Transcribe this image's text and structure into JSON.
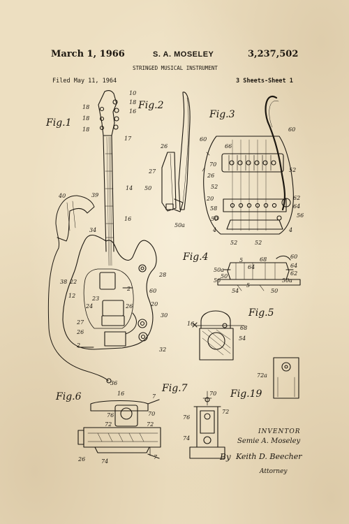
{
  "header": {
    "date": "March 1, 1966",
    "inventor": "S. A. MOSELEY",
    "patent_number": "3,237,502",
    "title": "STRINGED MUSICAL INSTRUMENT",
    "filed": "Filed May 11, 1964",
    "sheets": "3 Sheets-Sheet 1"
  },
  "figures": {
    "fig1": "Fig.1",
    "fig2": "Fig.2",
    "fig3": "Fig.3",
    "fig4": "Fig.4",
    "fig5": "Fig.5",
    "fig6": "Fig.6",
    "fig7": "Fig.7",
    "fig19": "Fig.19"
  },
  "signature": {
    "inventor_label": "INVENTOR",
    "inventor_name": "Semie A. Moseley",
    "by": "By",
    "attorney_signature": "Keith D. Beecher",
    "attorney_label": "Attorney"
  },
  "colors": {
    "paper": "#eddfc1",
    "ink": "#1c1710"
  }
}
